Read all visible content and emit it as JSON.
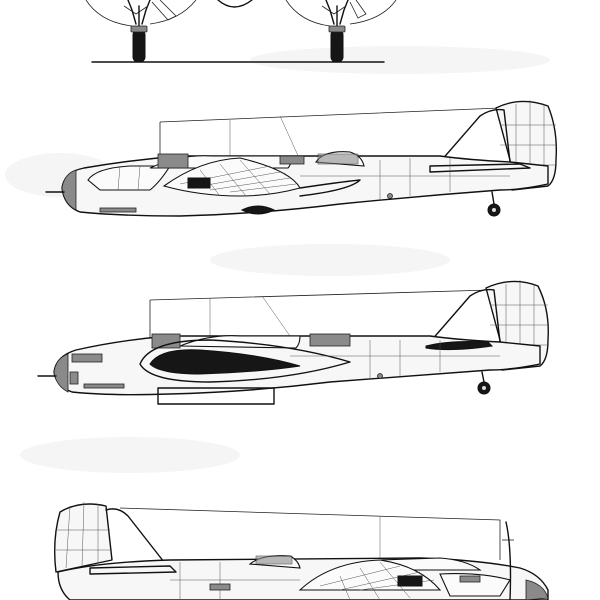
{
  "drawing": {
    "subject": "",
    "colors": {
      "paper": "#ffffff",
      "ink": "#111111",
      "shading": "#8a8a8a",
      "black_fill": "#161616"
    },
    "views": [
      {
        "id": "front-view-partial"
      },
      {
        "id": "side-view-left"
      },
      {
        "id": "side-view-left-alt"
      },
      {
        "id": "side-view-right"
      }
    ]
  }
}
